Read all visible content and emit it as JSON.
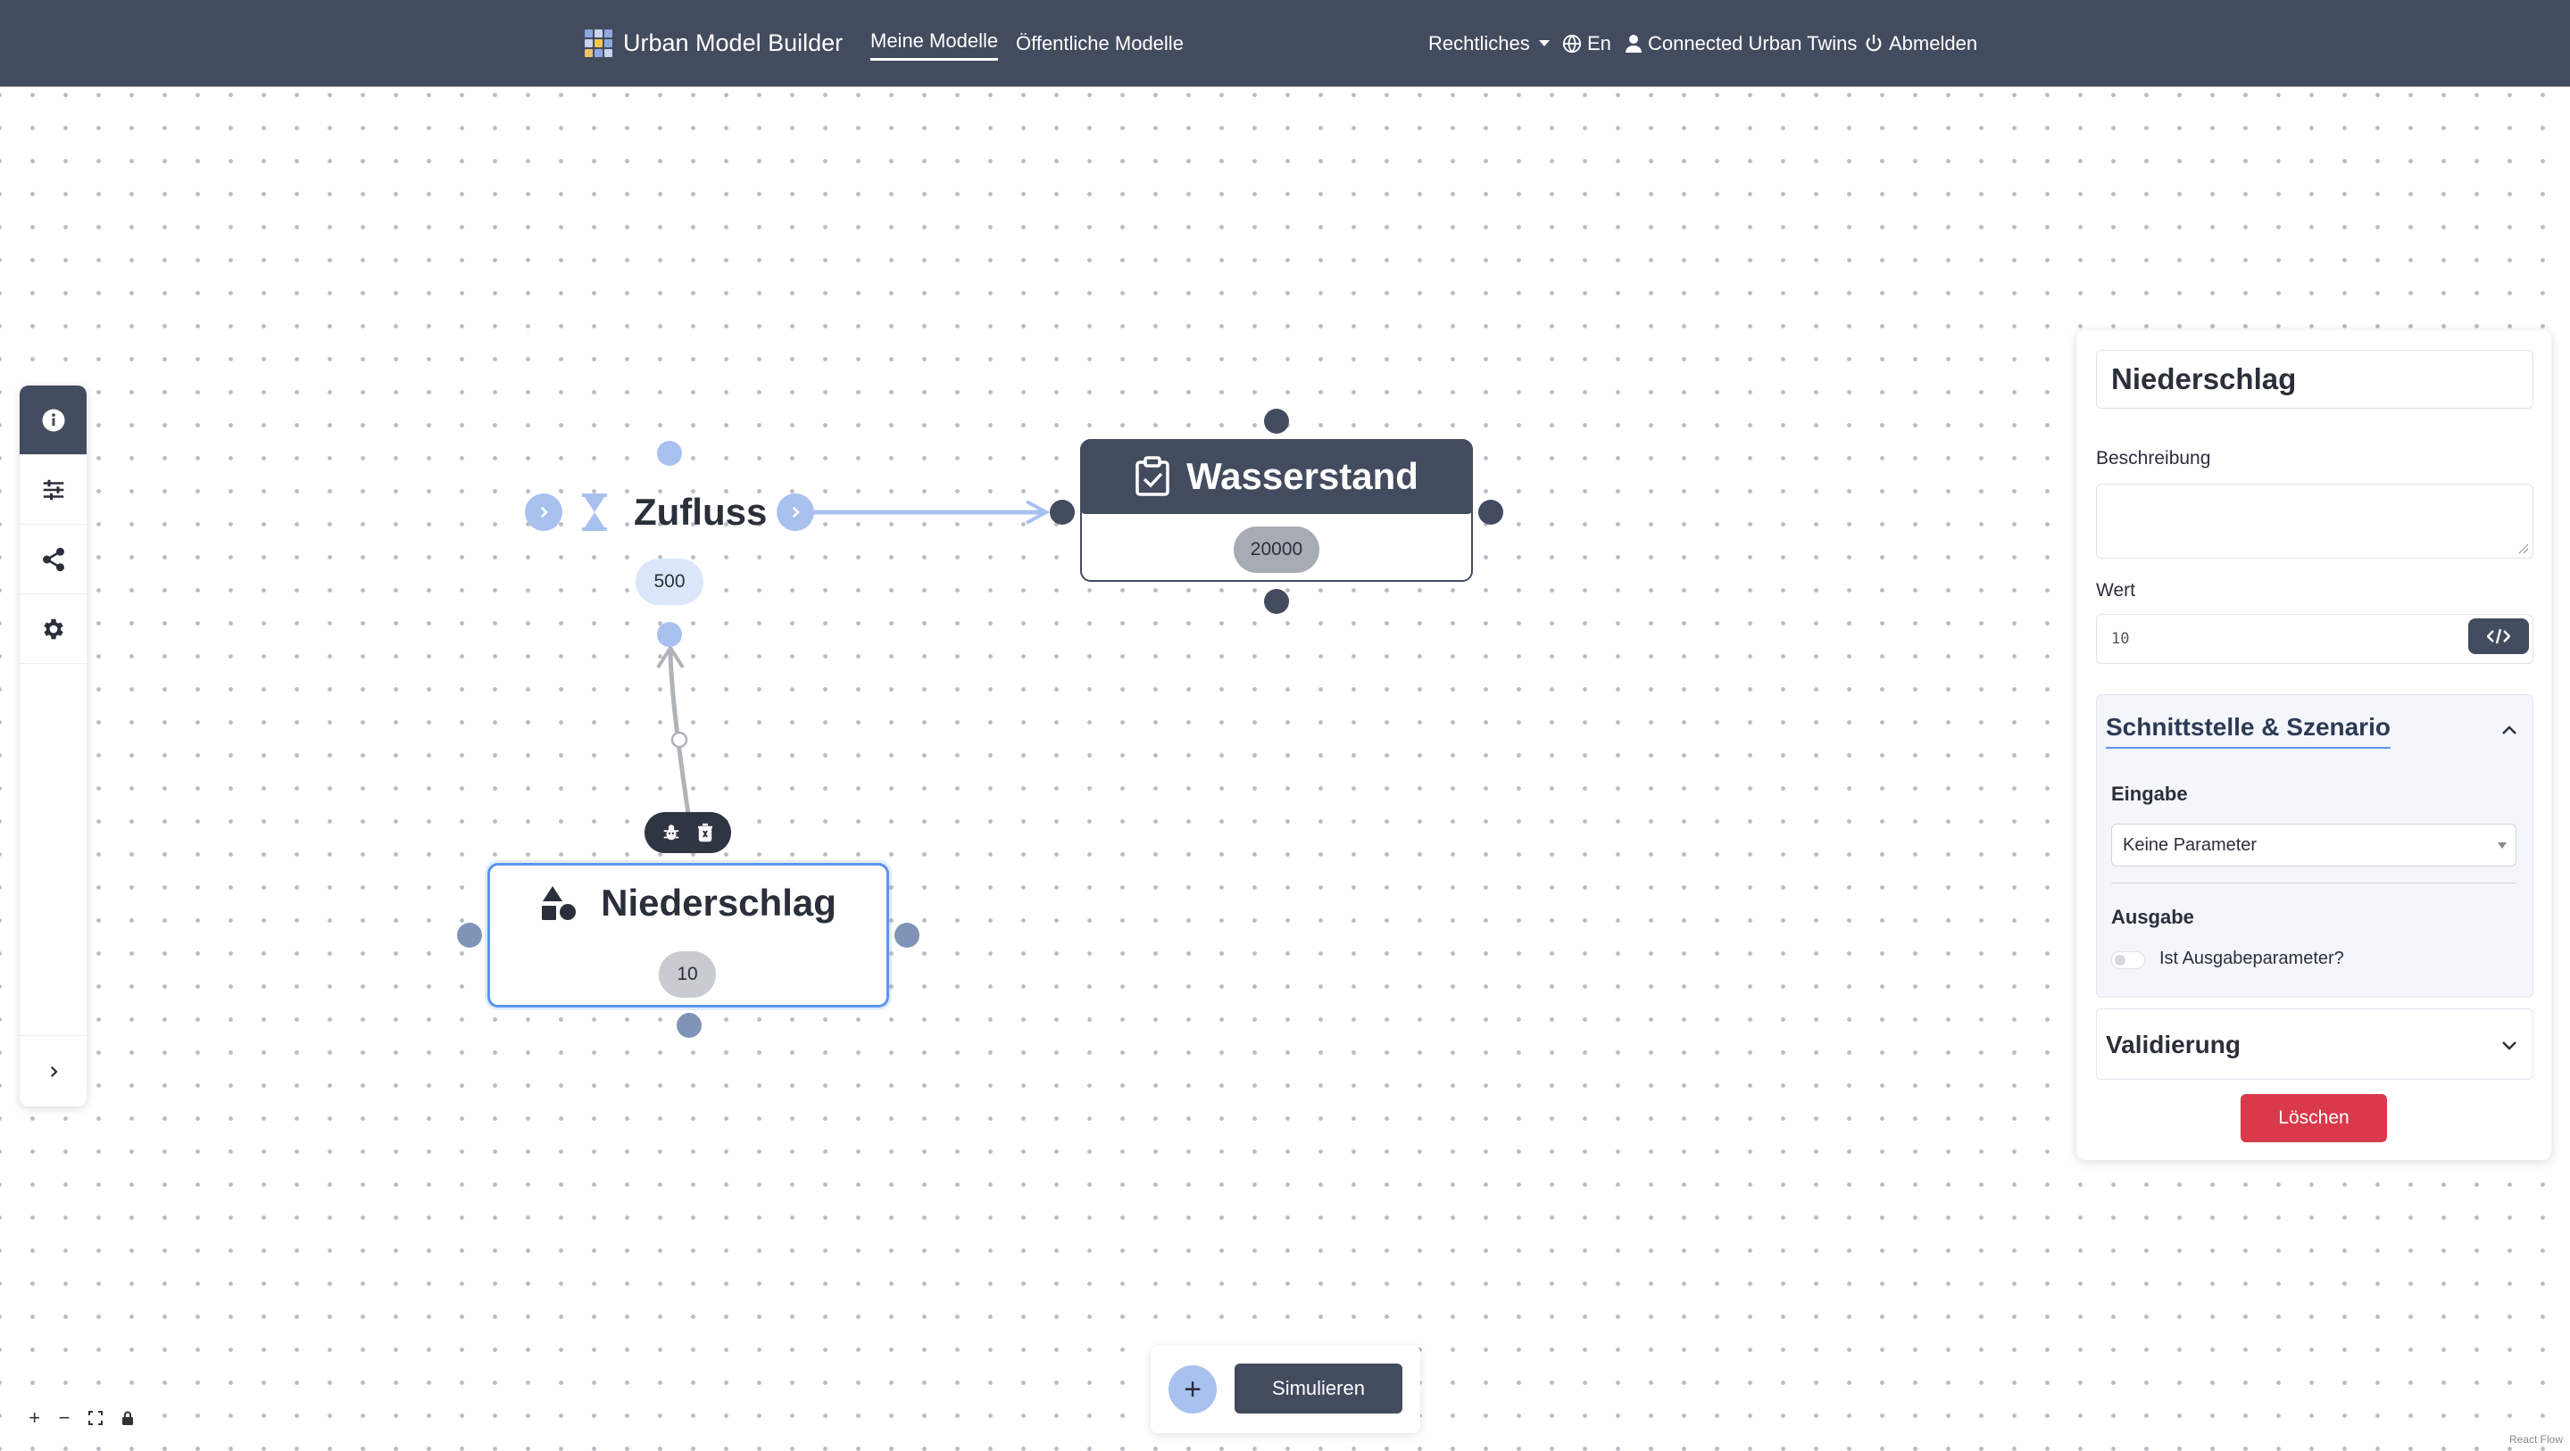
{
  "navbar": {
    "brand": "Urban Model Builder",
    "links": [
      "Meine Modelle",
      "Öffentliche Modelle"
    ],
    "legal": "Rechtliches",
    "language": "En",
    "user": "Connected Urban Twins",
    "logout": "Abmelden"
  },
  "toolbar": {
    "items": [
      "info-icon",
      "sliders-icon",
      "share-icon",
      "gear-icon"
    ],
    "expand": "chevron-right-icon"
  },
  "nodes": {
    "flow": {
      "title": "Zufluss",
      "value": "500"
    },
    "stock": {
      "title": "Wasserstand",
      "value": "20000"
    },
    "variable": {
      "title": "Niederschlag",
      "value": "10"
    }
  },
  "panel": {
    "name": "Niederschlag",
    "description_label": "Beschreibung",
    "description": "",
    "value_label": "Wert",
    "value": "10",
    "interface_title": "Schnittstelle & Szenario",
    "input_label": "Eingabe",
    "input_select": "Keine Parameter",
    "output_label": "Ausgabe",
    "output_toggle": "Ist Ausgabeparameter?",
    "validation_title": "Validierung",
    "delete": "Löschen"
  },
  "bottom": {
    "add": "+",
    "simulate": "Simulieren"
  },
  "controls": [
    "+",
    "−",
    "fit-view-icon",
    "lock-icon"
  ],
  "attribution": "React Flow",
  "colors": {
    "navbar": "#434b5e",
    "accent": "#5b95ee",
    "flow": "#a8c1ef",
    "danger": "#d9394b"
  }
}
